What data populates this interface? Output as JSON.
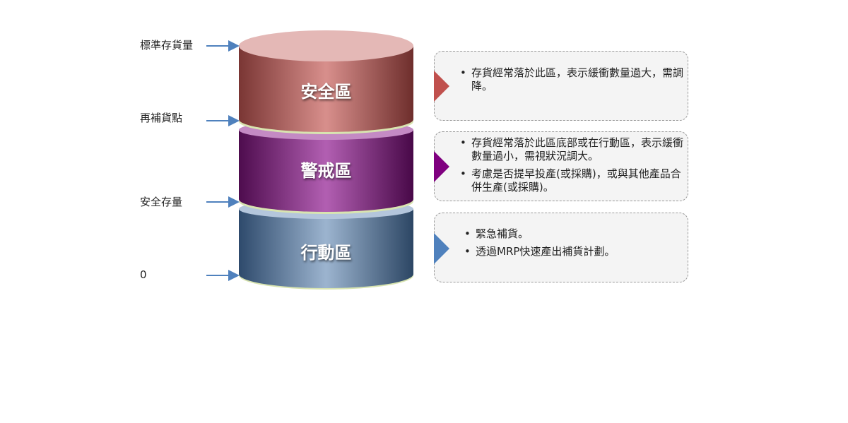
{
  "levels": {
    "standard": "標準存貨量",
    "reorder": "再補貨點",
    "safety": "安全存量",
    "zero": "0"
  },
  "zones": [
    {
      "label": "安全區",
      "color": "#c0504d",
      "bullets": [
        "存貨經常落於此區，表示緩衝數量過大，需調降。"
      ]
    },
    {
      "label": "警戒區",
      "color": "#7f007f",
      "bullets": [
        "存貨經常落於此區底部或在行動區，表示緩衝數量過小，需視狀況調大。",
        "考慮是否提早投產(或採購)，或與其他產品合併生產(或採購)。"
      ]
    },
    {
      "label": "行動區",
      "color": "#4f81bd",
      "bullets": [
        "緊急補貨。",
        "透過MRP快速產出補貨計劃。"
      ]
    }
  ]
}
